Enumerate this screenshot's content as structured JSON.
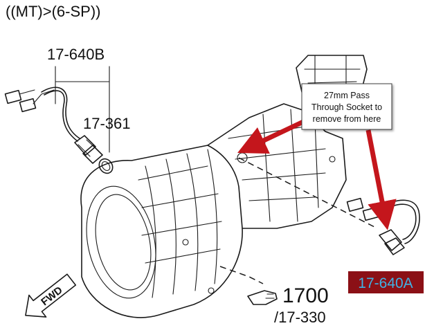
{
  "header": {
    "text": "((MT)>(6-SP))"
  },
  "parts": {
    "upper_switch": "17-640B",
    "gasket": "17-361",
    "assembly": "1700",
    "assembly_sub": "/17-330",
    "lower_switch": "17-640A"
  },
  "callout": {
    "lines": [
      "27mm Pass",
      "Through Socket to",
      "remove from here"
    ]
  },
  "direction": {
    "label": "FWD"
  },
  "colors": {
    "arrow": "#c4161c",
    "highlight_bg": "#8b1016",
    "highlight_text": "#3fb3e6",
    "callout_border": "#3a3a3a"
  },
  "icons": [
    "hand-pointer-icon",
    "fwd-arrow-icon"
  ]
}
